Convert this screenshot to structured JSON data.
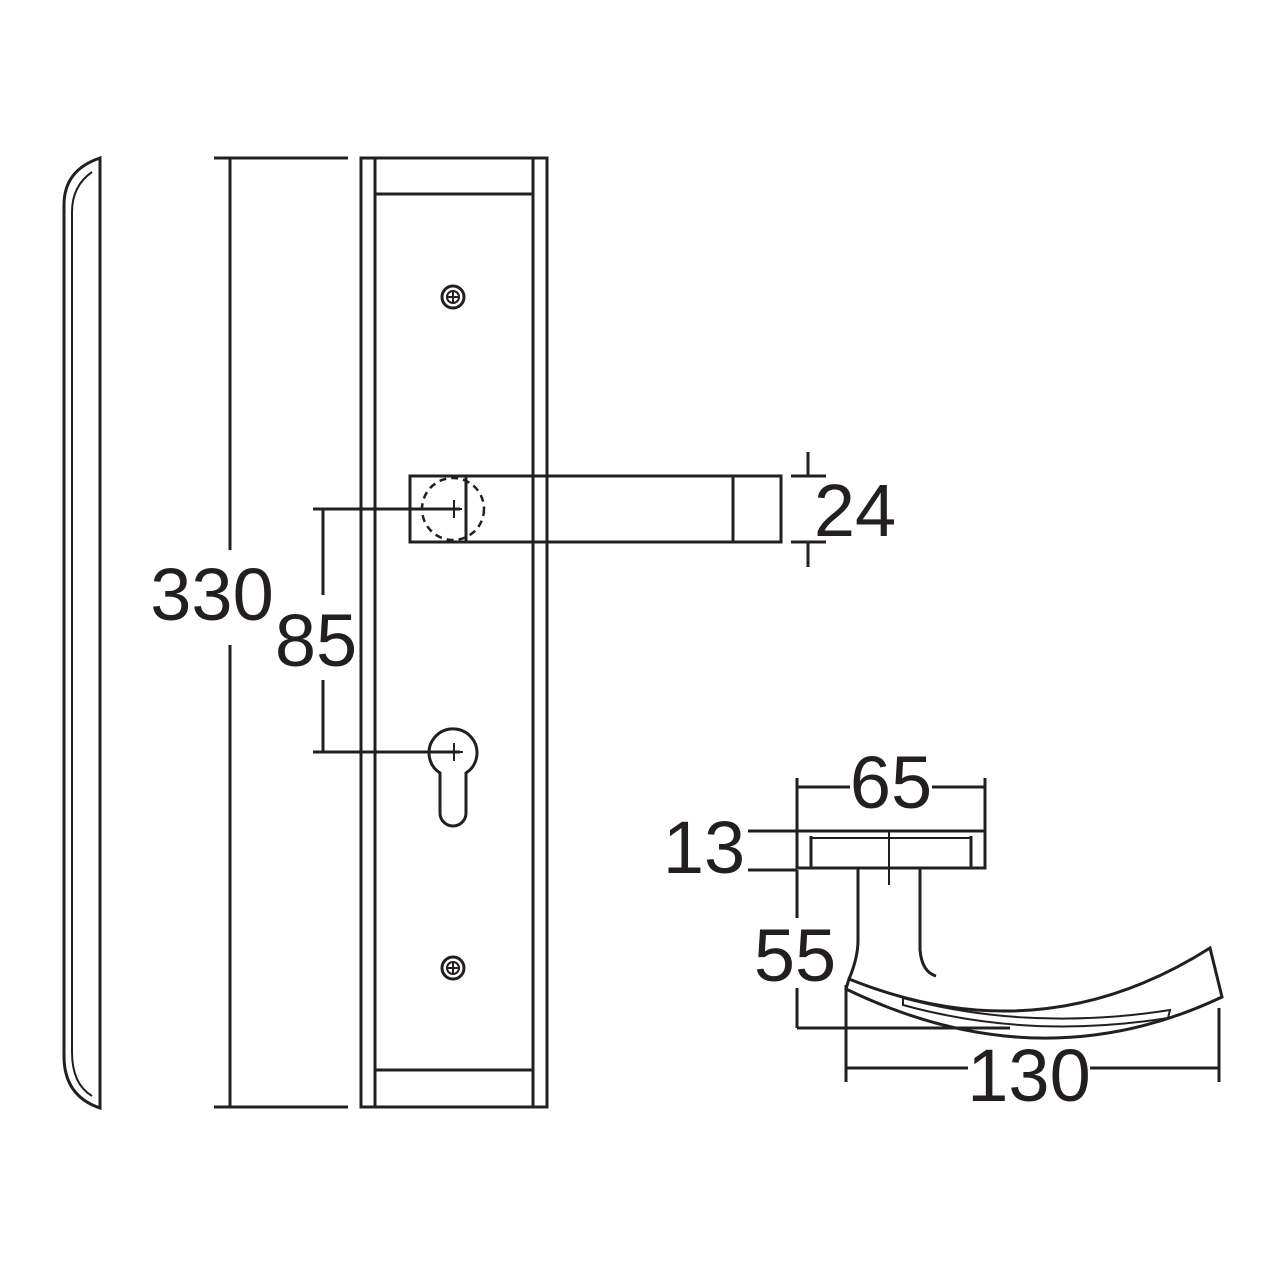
{
  "dimensions": {
    "plate_height": "330",
    "spindle_to_cylinder": "85",
    "lever_width": "24",
    "rose_length": "65",
    "rose_thickness": "13",
    "lever_projection": "55",
    "lever_length": "130"
  },
  "colors": {
    "line": "#231f20",
    "background": "#ffffff"
  }
}
